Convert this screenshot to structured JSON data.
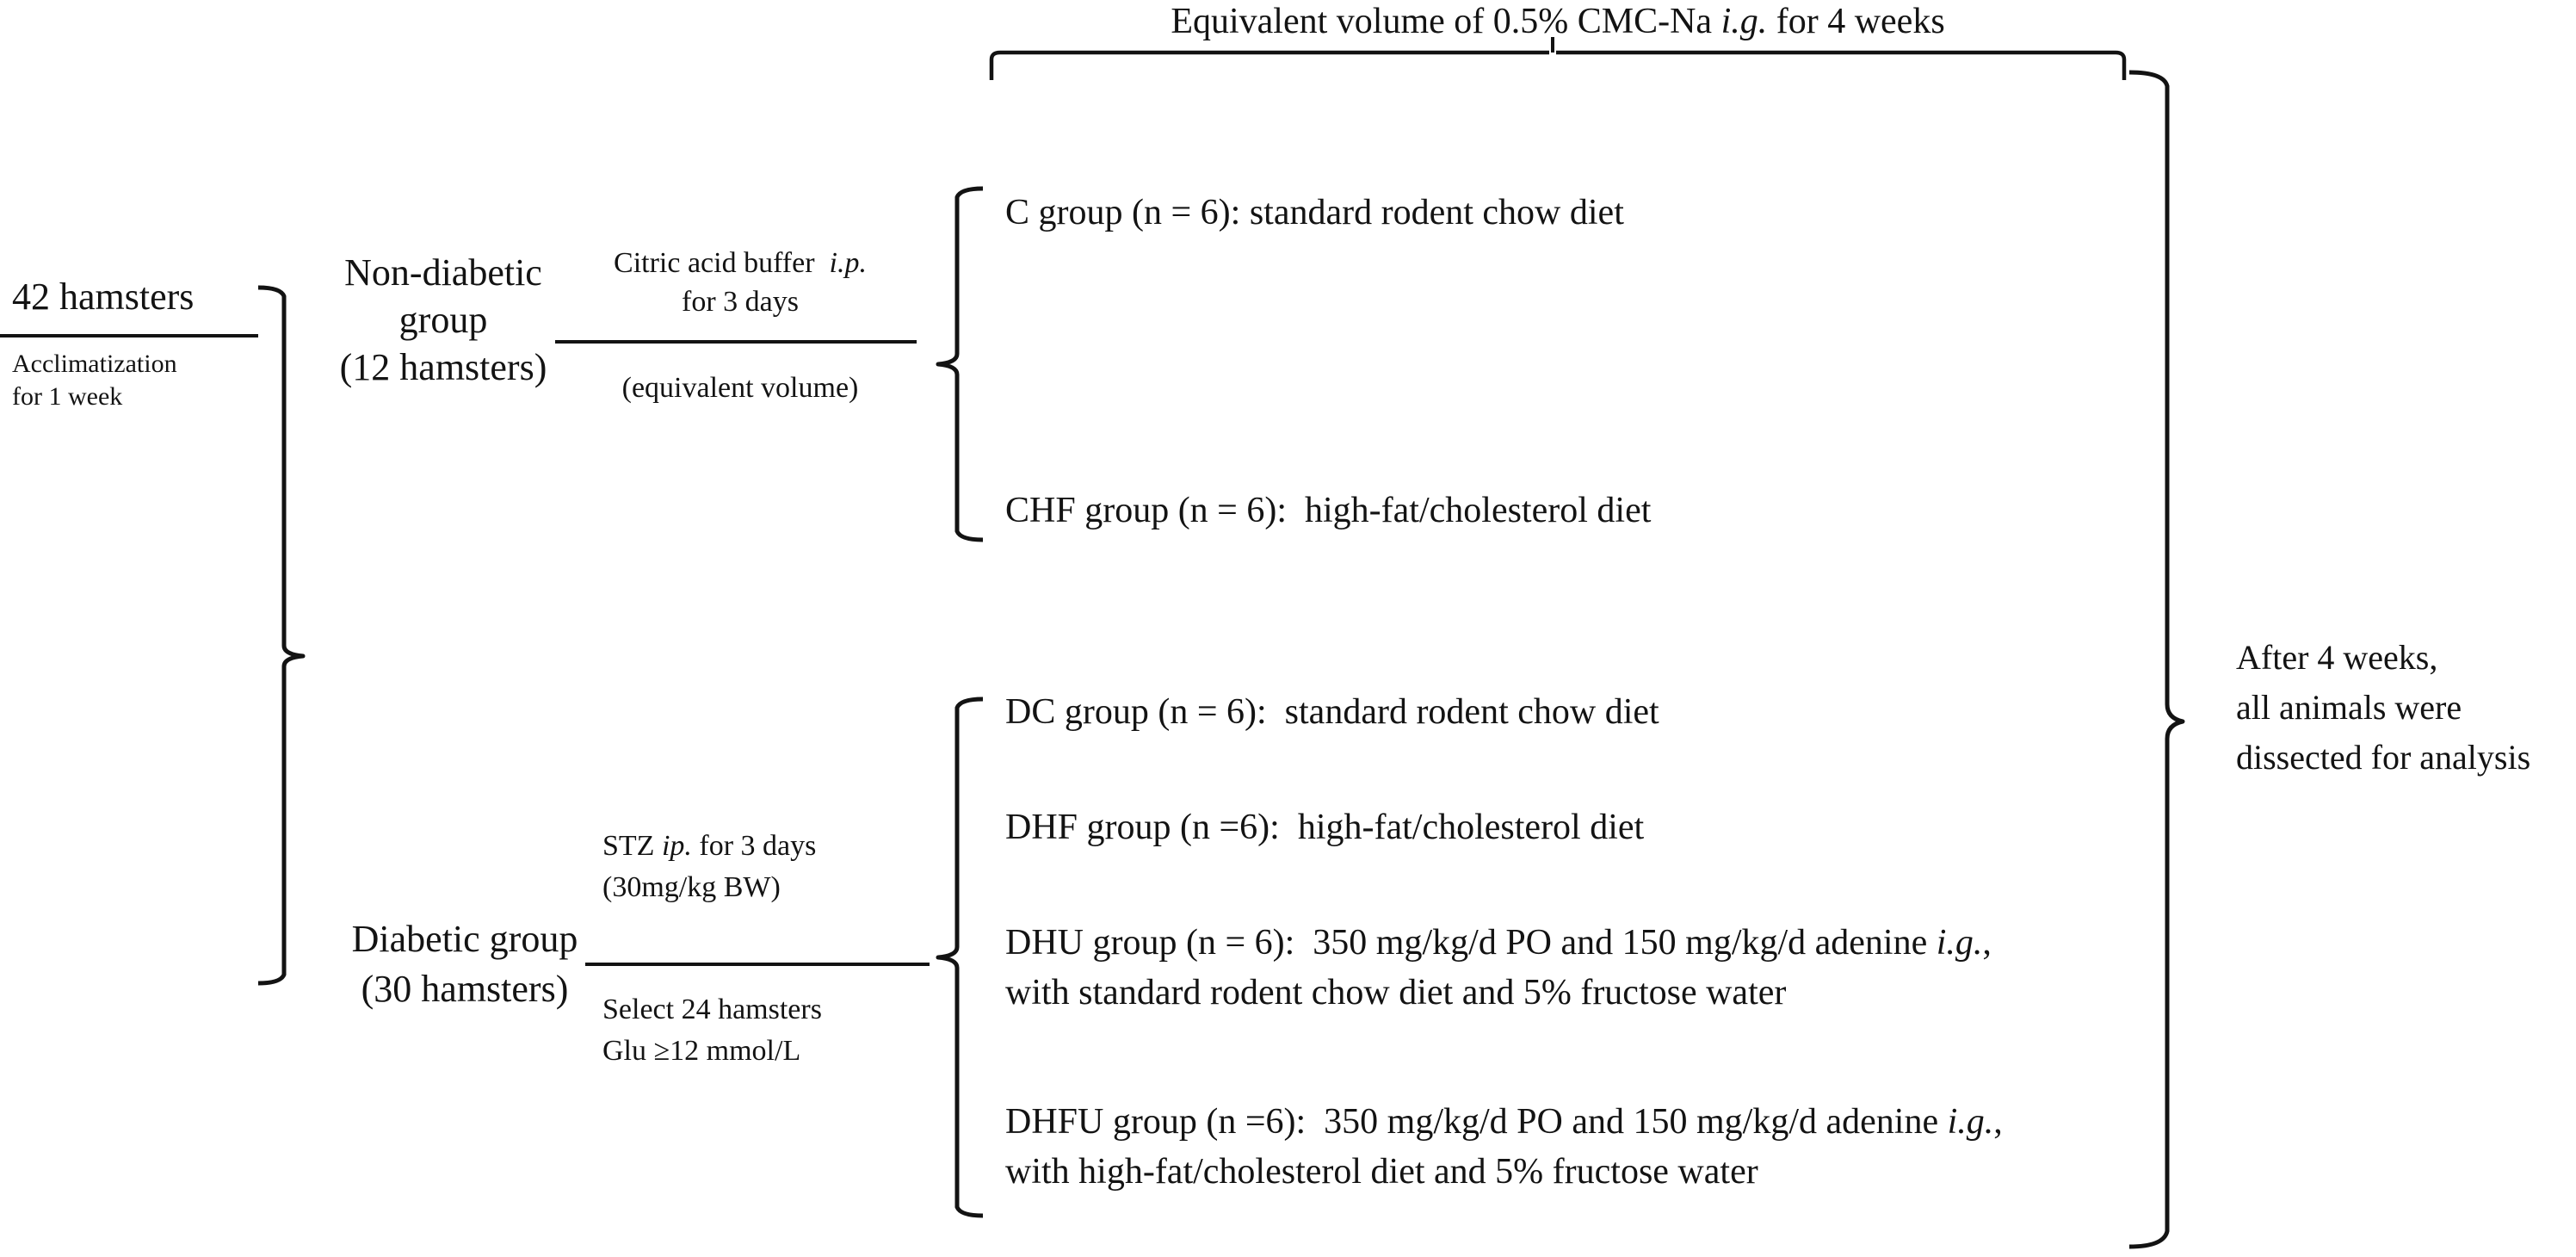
{
  "figure": {
    "title_top": "Equivalent volume of 0.5% CMC-Na i.g. for 4 weeks",
    "top_label": {
      "prefix": "Equivalent volume of 0.5% CMC-Na ",
      "italic": "i.g.",
      "suffix": " for 4 weeks"
    },
    "root": {
      "label": "42 hamsters",
      "sub_line1": "Acclimatization",
      "sub_line2": "for 1 week"
    },
    "branches": [
      {
        "id": "non-diabetic",
        "name_line1": "Non-diabetic",
        "name_line2": "group",
        "name_line3": "(12 hamsters)",
        "treatment": {
          "above_prefix": "Citric acid buffer  ",
          "above_italic": "i.p.",
          "above_line2": "for 3 days",
          "below": "(equivalent volume)"
        },
        "groups": [
          {
            "id": "c-group",
            "line1": "C group (n = 6): standard rodent chow diet",
            "line2": ""
          },
          {
            "id": "chf-group",
            "line1": "CHF group (n = 6):  high-fat/cholesterol diet",
            "line2": ""
          }
        ]
      },
      {
        "id": "diabetic",
        "name_line1": "Diabetic group",
        "name_line2": "(30 hamsters)",
        "name_line3": "",
        "treatment": {
          "above_prefix": "STZ ",
          "above_italic": "ip.",
          "above_suffix": " for 3 days",
          "above_line2": "(30mg/kg BW)",
          "below_line1": "Select 24 hamsters",
          "below_line2": "Glu ≥12 mmol/L"
        },
        "groups": [
          {
            "id": "dc-group",
            "line1": "DC group (n = 6):  standard rodent chow diet",
            "line2": ""
          },
          {
            "id": "dhf-group",
            "line1": "DHF group (n =6):  high-fat/cholesterol diet",
            "line2": ""
          },
          {
            "id": "dhu-group",
            "line1_prefix": "DHU group (n = 6):  350 mg/kg/d PO and 150 mg/kg/d adenine ",
            "line1_italic": "i.g.",
            "line1_suffix": ",",
            "line2": "with standard rodent chow diet and 5% fructose water"
          },
          {
            "id": "dhfu-group",
            "line1_prefix": "DHFU group (n =6):  350 mg/kg/d PO and 150 mg/kg/d adenine ",
            "line1_italic": "i.g.",
            "line1_suffix": ",",
            "line2": "with high-fat/cholesterol diet and 5% fructose water"
          }
        ]
      }
    ],
    "outcome": {
      "line1": "After 4 weeks,",
      "line2": "all animals were",
      "line3": "dissected for analysis"
    },
    "colors": {
      "ink": "#131313",
      "background": "#ffffff"
    }
  }
}
